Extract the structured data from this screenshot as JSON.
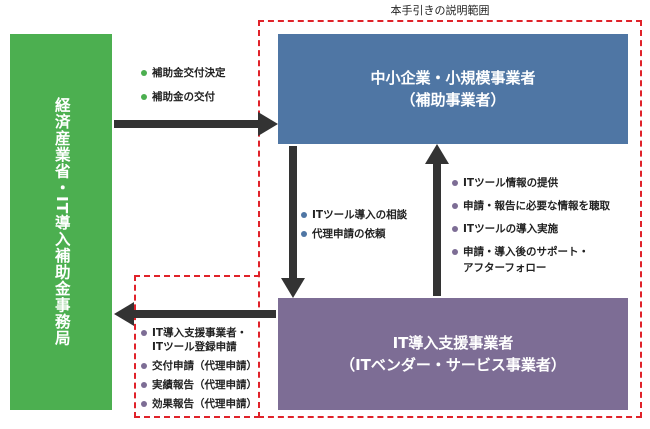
{
  "scope_label": "本手引きの説明範囲",
  "meti": {
    "label": "経済産業省・IT導入補助金事務局"
  },
  "sme": {
    "title": "中小企業・小規模事業者",
    "subtitle": "（補助事業者）"
  },
  "it_vendor": {
    "title": "IT導入支援事業者",
    "subtitle": "（ITベンダー・サービス事業者）"
  },
  "flows": {
    "meti_to_sme": [
      "補助金交付決定",
      "補助金の交付"
    ],
    "sme_to_it": [
      "ITツール導入の相談",
      "代理申請の依頼"
    ],
    "it_to_sme": [
      "ITツール情報の提供",
      "申請・報告に必要な情報を聴取",
      "ITツールの導入実施",
      "申請・導入後のサポート・",
      "アフターフォロー"
    ],
    "it_to_meti": [
      "IT導入支援事業者・",
      "ITツール登録申請",
      "交付申請（代理申請）",
      "実績報告（代理申請）",
      "効果報告（代理申請）"
    ]
  },
  "colors": {
    "meti": "#4caf50",
    "sme": "#4f76a4",
    "it_vendor": "#7d6d95",
    "arrow": "#333333",
    "scope_border": "#e0222a"
  }
}
